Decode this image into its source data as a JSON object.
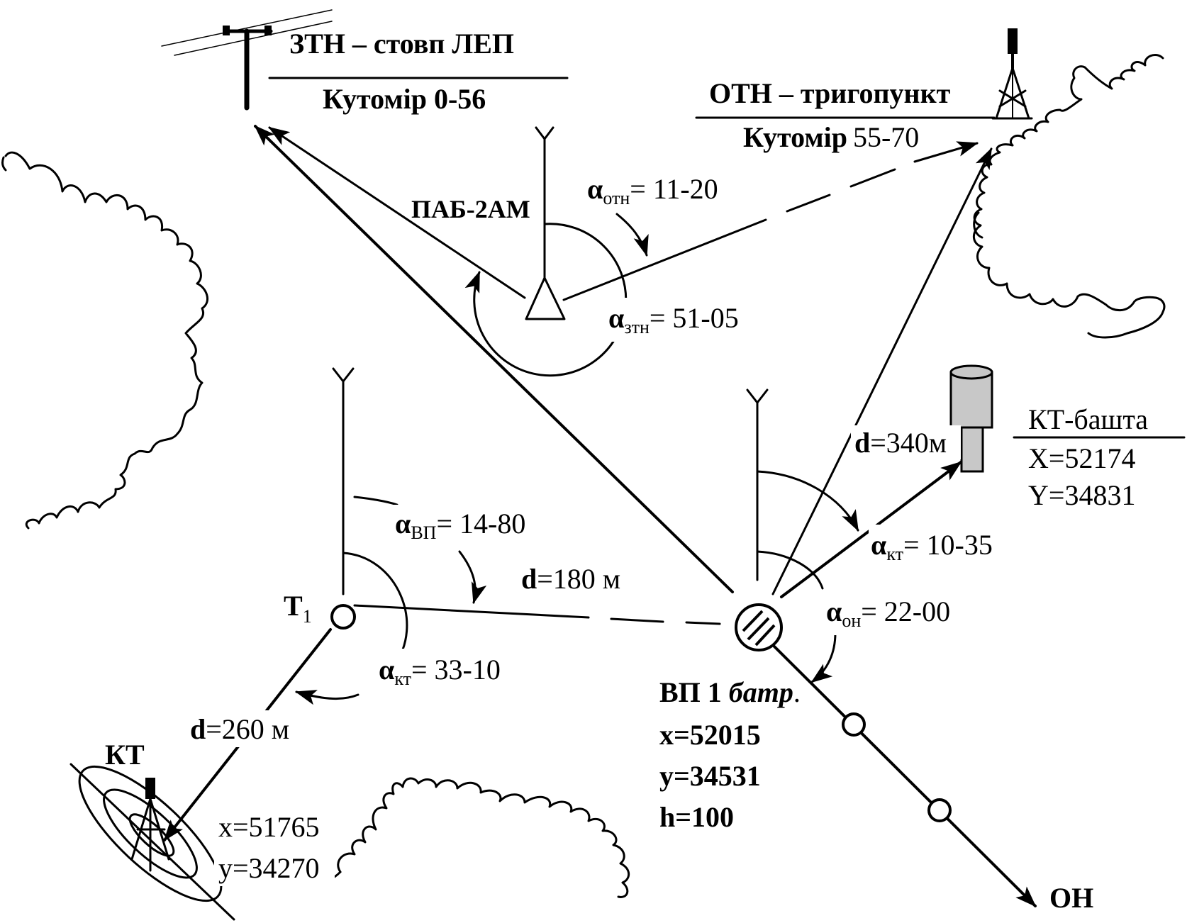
{
  "zth": {
    "title": "ЗТН – стовп ЛЕП",
    "angle": "Кутомір 0-56"
  },
  "oth": {
    "title": "ОТН – тригопункт",
    "angle_label": "Кутомір",
    "angle_value": "55-70"
  },
  "instrument": {
    "name": "ПАБ-2АМ"
  },
  "angles": {
    "oth": {
      "symbol": "α",
      "sub": "отн",
      "value": "= 11-20"
    },
    "zth": {
      "symbol": "α",
      "sub": "зтн",
      "value": "= 51-05"
    },
    "vp": {
      "symbol": "α",
      "sub": "ВП",
      "value": "= 14-80"
    },
    "kt_t1": {
      "symbol": "α",
      "sub": "кт",
      "value": "= 33-10"
    },
    "kt_vp": {
      "symbol": "α",
      "sub": "кт",
      "value": "= 10-35"
    },
    "on": {
      "symbol": "α",
      "sub": "он",
      "value": "= 22-00"
    }
  },
  "distances": {
    "vp_t1": {
      "d": "d",
      "value": "=180 м"
    },
    "t1_kt": {
      "d": "d",
      "value": "=260 м"
    },
    "vp_tower": {
      "d": "d",
      "value": "=340м"
    }
  },
  "tower": {
    "title": "КТ-башта",
    "x": "X=52174",
    "y": "Y=34831"
  },
  "t1": {
    "name": "Т",
    "sub": "1"
  },
  "kt": {
    "name": "КТ",
    "x": "x=51765",
    "y": "y=34270"
  },
  "vp": {
    "name": "ВП 1 ",
    "name_italic": "батр",
    "dot": ".",
    "x": "x=52015",
    "y": "y=34531",
    "h": "h=100"
  },
  "on": {
    "label": "ОН"
  }
}
